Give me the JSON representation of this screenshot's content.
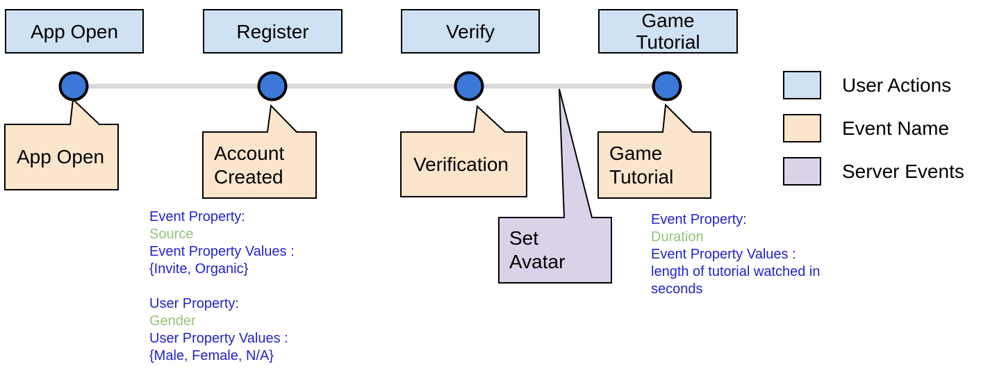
{
  "actions": [
    {
      "label": "App Open"
    },
    {
      "label": "Register"
    },
    {
      "label": "Verify"
    },
    {
      "label": "Game\nTutorial"
    }
  ],
  "events": [
    {
      "label": "App Open"
    },
    {
      "label": "Account\nCreated"
    },
    {
      "label": "Verification"
    },
    {
      "label": "Game\nTutorial"
    }
  ],
  "server_events": [
    {
      "label": "Set\nAvatar"
    }
  ],
  "legend": {
    "items": [
      {
        "label": "User Actions",
        "color": "#cfe2f3"
      },
      {
        "label": "Event Name",
        "color": "#fce5cd"
      },
      {
        "label": "Server Events",
        "color": "#d9d2e9"
      }
    ]
  },
  "annotations": {
    "account_created": {
      "lines": [
        {
          "text": "Event Property:",
          "type": "label"
        },
        {
          "text": "Source",
          "type": "value"
        },
        {
          "text": "Event Property Values :",
          "type": "label"
        },
        {
          "text": "{Invite, Organic}",
          "type": "label"
        },
        {
          "text": "",
          "type": "spacer"
        },
        {
          "text": "User Property:",
          "type": "label"
        },
        {
          "text": "Gender",
          "type": "value"
        },
        {
          "text": "User Property Values :",
          "type": "label"
        },
        {
          "text": "{Male, Female, N/A}",
          "type": "label"
        }
      ]
    },
    "game_tutorial": {
      "lines": [
        {
          "text": "Event Property:",
          "type": "label"
        },
        {
          "text": "Duration",
          "type": "value"
        },
        {
          "text": "Event Property Values :",
          "type": "label"
        },
        {
          "text": "length of tutorial watched in",
          "type": "label"
        },
        {
          "text": "seconds",
          "type": "label"
        }
      ]
    }
  },
  "colors": {
    "user_action_fill": "#cfe2f3",
    "event_fill": "#fce5cd",
    "server_event_fill": "#d9d2e9",
    "node_fill": "#3c78d8",
    "timeline": "#d9d9d9",
    "annotation_text": "#2222cc",
    "annotation_highlight": "#93c47d"
  }
}
